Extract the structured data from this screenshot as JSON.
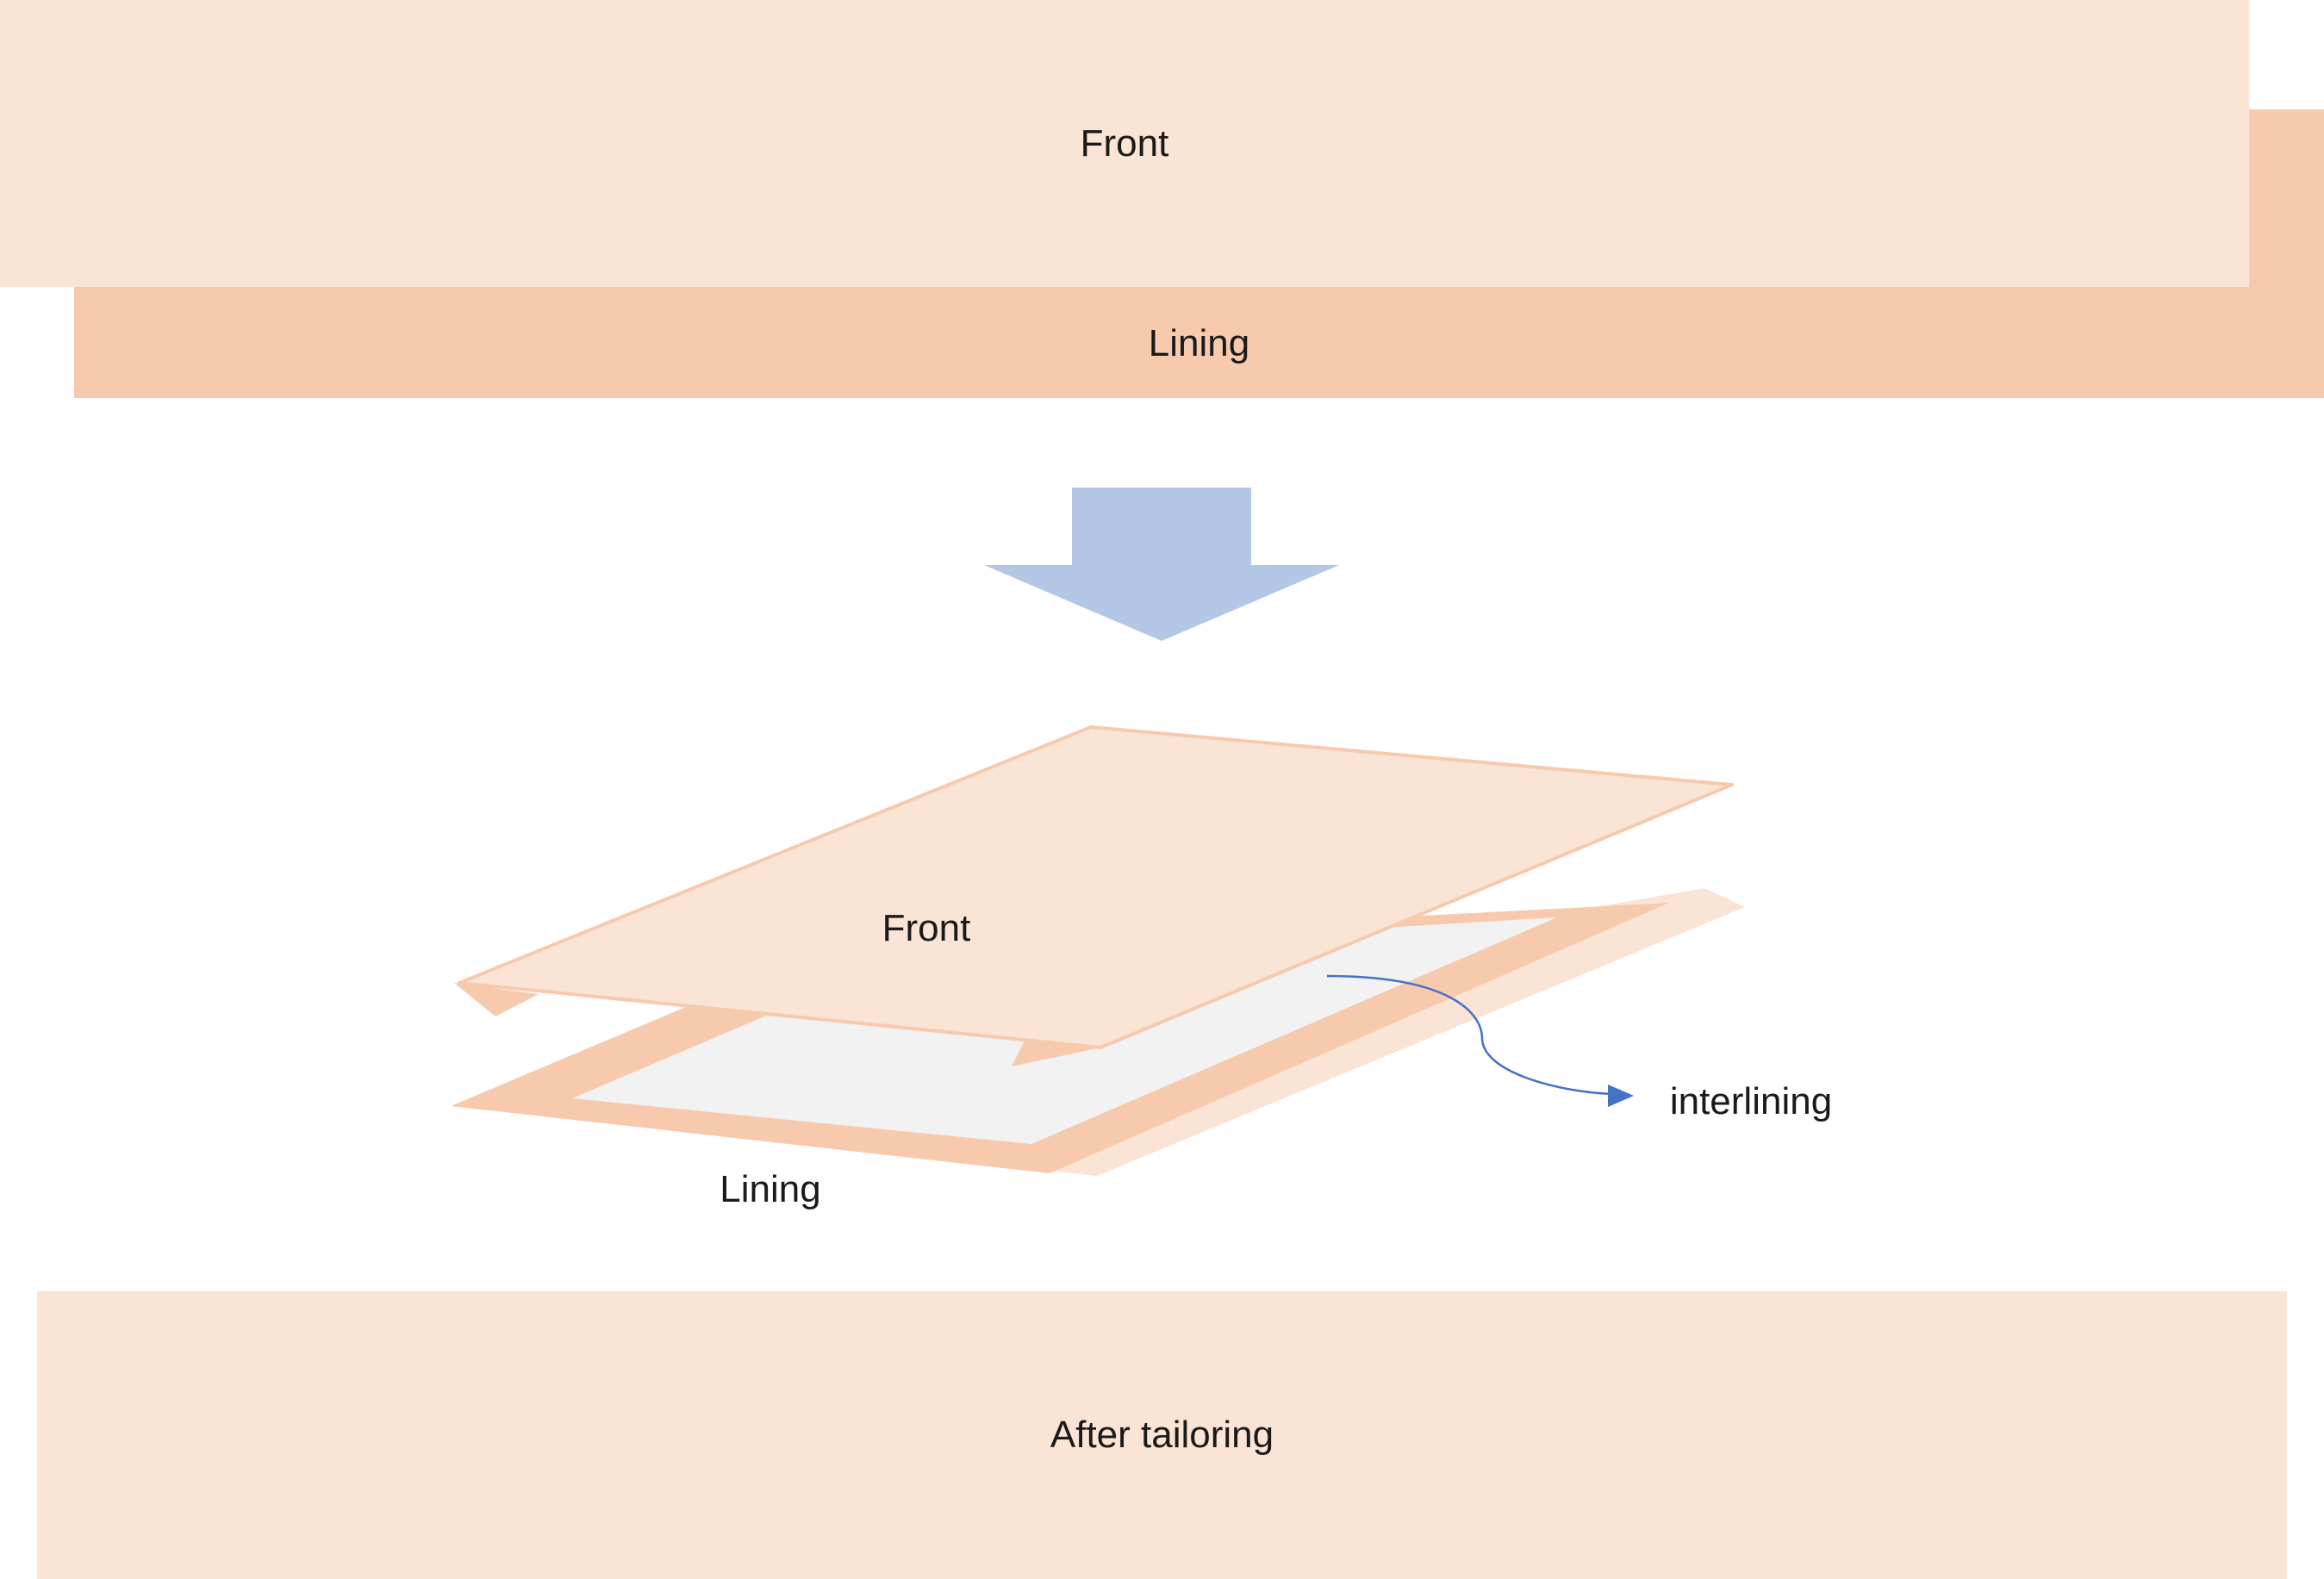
{
  "top": {
    "front_label": "Front",
    "lining_label": "Lining"
  },
  "illustration": {
    "front_label": "Front",
    "lining_label": "Lining",
    "interlining_label": "interlining"
  },
  "bottom": {
    "after_label": "After tailoring"
  },
  "colors": {
    "front_fill": "#fae4d6",
    "lining_fill": "#f7caad",
    "interlining_fill": "#f2f2f2",
    "arrow_fill": "#b4c7e7",
    "pointer_line": "#4472c4"
  }
}
